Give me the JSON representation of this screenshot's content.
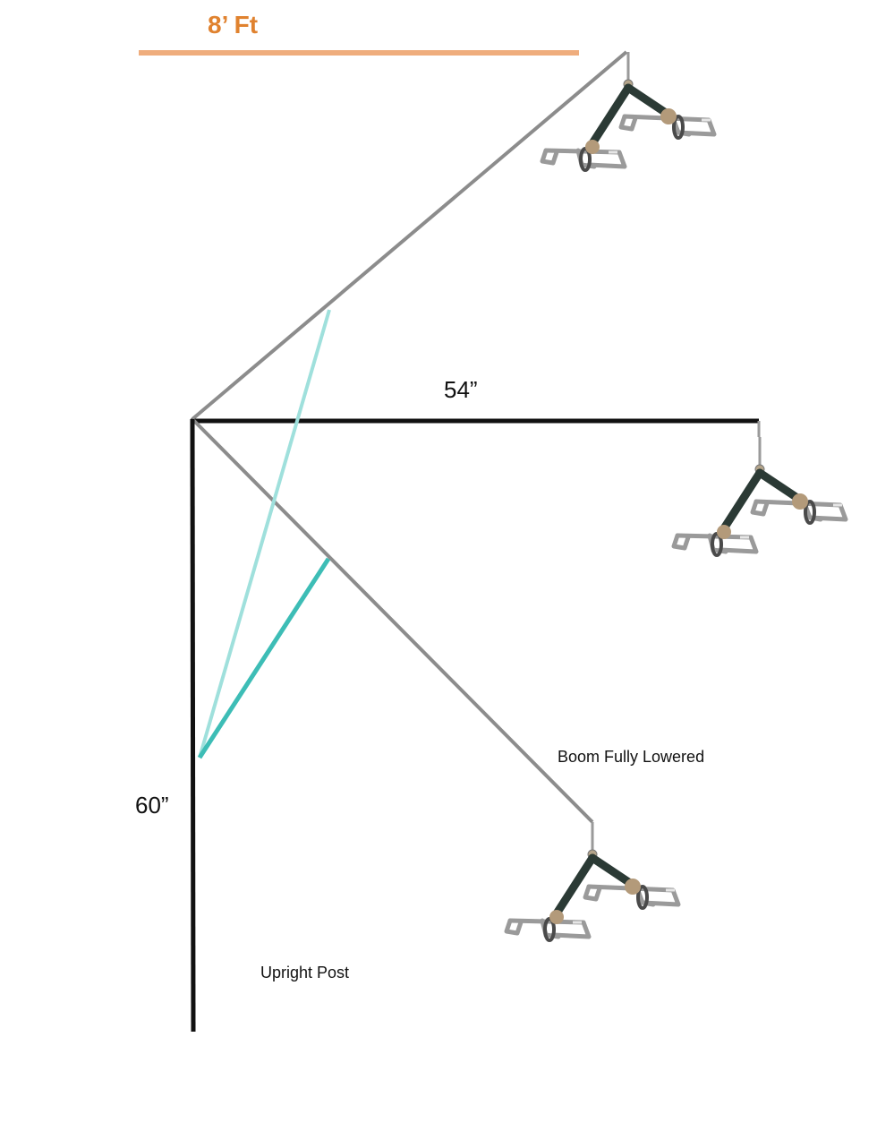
{
  "labels": {
    "top_dimension": "8’ Ft",
    "horizontal_dimension": "54”",
    "vertical_dimension": "60”",
    "lowered_note": "Boom Fully Lowered",
    "post_note": "Upright Post"
  },
  "colors": {
    "dimension_bar": "#efad7d",
    "dimension_text": "#e0822f",
    "post_and_boom_level": "#111111",
    "boom_raised_lowered": "#8c8c8c",
    "actuator_raised": "#9fe0dc",
    "actuator_lowered": "#3dbdb6",
    "spreader_metal": "#9a9a9a",
    "spreader_arm": "#2b3a35",
    "spreader_pad": "#b39a7a"
  },
  "icons": [
    "spreader-bar-icon"
  ]
}
